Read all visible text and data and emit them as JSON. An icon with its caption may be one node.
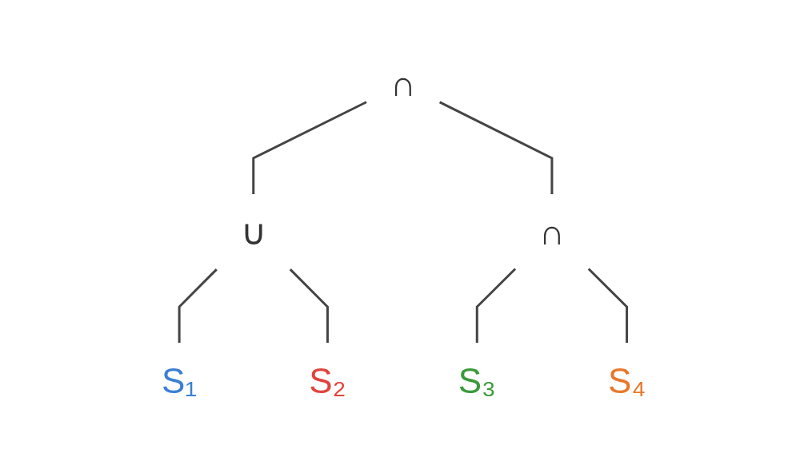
{
  "diagram": {
    "nodes": [
      {
        "text": [
          "∩"
        ]
      },
      {
        "text": [
          "∪"
        ]
      },
      {
        "text": [
          "∩"
        ]
      },
      {
        "text": [
          "S₁"
        ]
      },
      {
        "text": [
          "S₂"
        ]
      },
      {
        "text": [
          "S₃"
        ]
      },
      {
        "text": [
          "S₄"
        ]
      }
    ],
    "edges": [
      {
        "from": 0,
        "to": 1,
        "arrow": "none"
      },
      {
        "from": 0,
        "to": 2,
        "arrow": "none"
      },
      {
        "from": 1,
        "to": 3,
        "arrow": "none"
      },
      {
        "from": 1,
        "to": 4,
        "arrow": "none"
      },
      {
        "from": 2,
        "to": 5,
        "arrow": "none"
      },
      {
        "from": 2,
        "to": 6,
        "arrow": "none"
      }
    ]
  }
}
